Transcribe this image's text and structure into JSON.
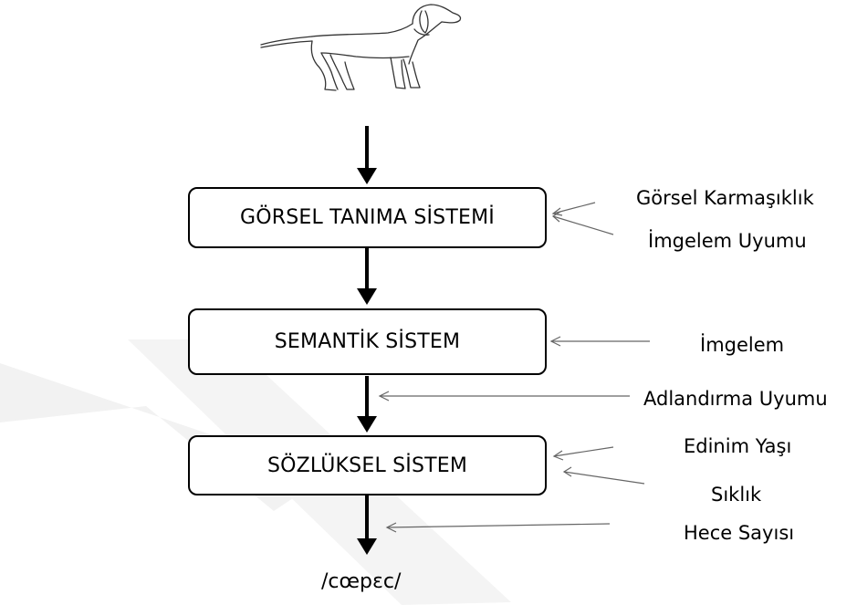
{
  "boxes": {
    "visual": "GÖRSEL TANIMA SİSTEMİ",
    "semantic": "SEMANTİK SİSTEM",
    "lexical": "SÖZLÜKSEL SİSTEM"
  },
  "factors": {
    "visual_complexity": "Görsel Karmaşıklık",
    "image_agreement": "İmgelem Uyumu",
    "imageability": "İmgelem",
    "name_agreement": "Adlandırma Uyumu",
    "age_of_acquisition": "Edinim Yaşı",
    "frequency": "Sıklık",
    "syllable_count": "Hece Sayısı"
  },
  "output": "/cœpɛc/",
  "stimulus_icon": "dog-icon",
  "colors": {
    "line": "#000000",
    "thin_arrow": "#666666",
    "watermark": "#f2f2f2"
  }
}
